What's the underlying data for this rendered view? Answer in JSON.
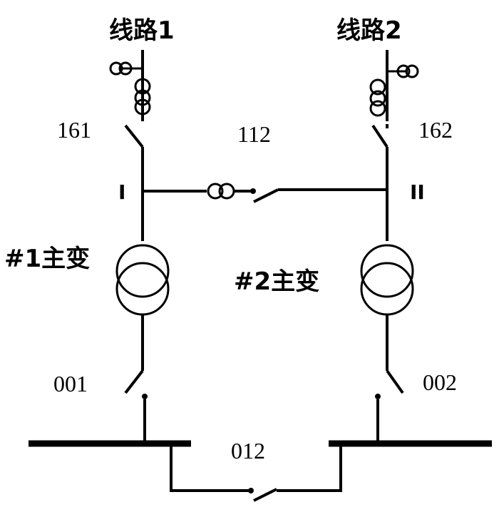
{
  "lines": {
    "line1": "线路1",
    "line2": "线路2"
  },
  "breakers": {
    "b161": "161",
    "b162": "162",
    "b112": "112",
    "b001": "001",
    "b002": "002",
    "b012": "012"
  },
  "buses": {
    "bus1": "I",
    "bus2": "II"
  },
  "transformers": {
    "t1": "#1主变",
    "t2": "#2主变"
  }
}
